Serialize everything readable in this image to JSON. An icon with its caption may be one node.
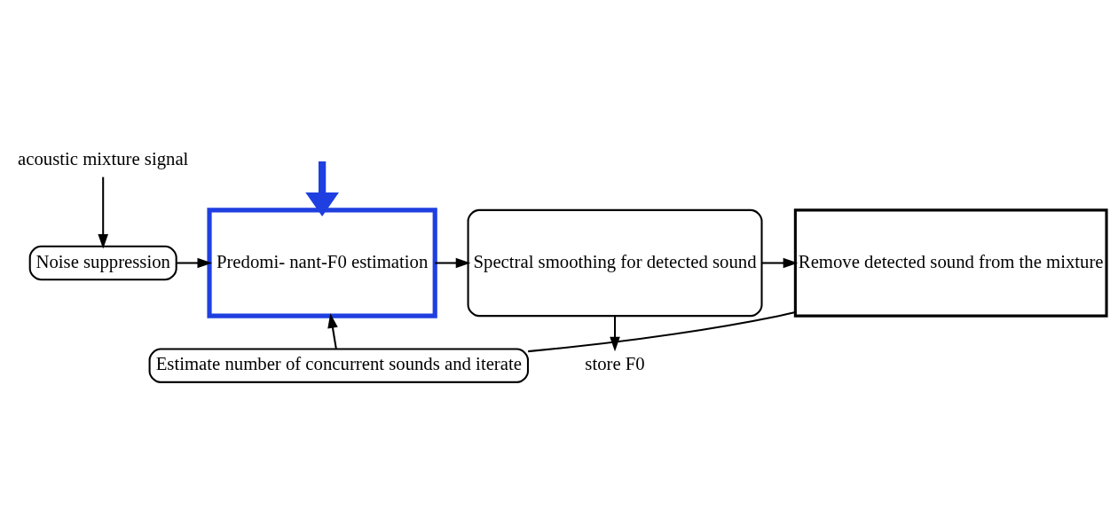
{
  "diagram": {
    "nodes": [
      {
        "text": [
          "acoustic mixture signal"
        ]
      },
      {
        "text": [
          "Noise suppression"
        ]
      },
      {
        "text": [
          "Predomi- nant-F0 estimation"
        ]
      },
      {
        "text": [
          "Spectral smoothing for detected sound"
        ]
      },
      {
        "text": [
          "Remove detected sound from the mixture"
        ]
      },
      {
        "text": [
          "Estimate number of concurrent sounds and iterate"
        ]
      },
      {
        "text": [
          "store F0"
        ]
      }
    ],
    "edges": [
      {
        "from": 0,
        "to": 1,
        "arrow": "to"
      },
      {
        "from": 1,
        "to": 2,
        "arrow": "to"
      },
      {
        "from": 2,
        "to": 3,
        "arrow": "to"
      },
      {
        "from": 3,
        "to": 4,
        "arrow": "to"
      },
      {
        "from": 4,
        "to": 5,
        "arrow": "none"
      },
      {
        "from": 5,
        "to": 2,
        "arrow": "to"
      },
      {
        "from": 3,
        "to": 6,
        "arrow": "to"
      },
      {
        "from": null,
        "to": 2,
        "arrow": "to",
        "style": "thick",
        "color": "#1f3fe0"
      }
    ]
  }
}
